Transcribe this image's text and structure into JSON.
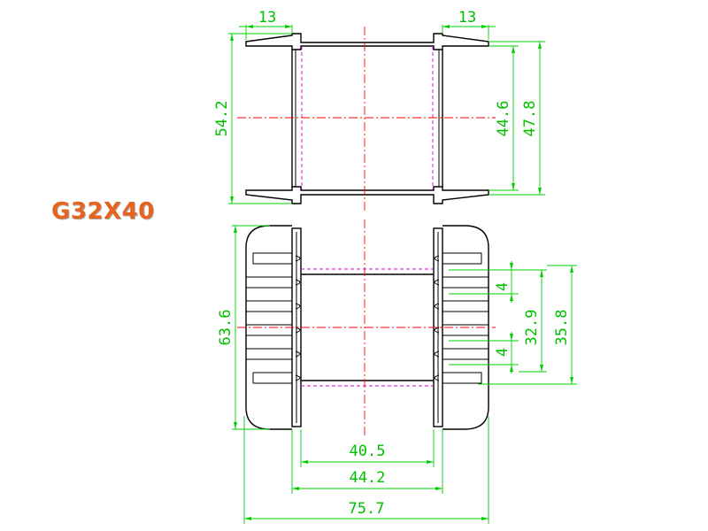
{
  "title": "G32X40",
  "dimensions": {
    "top_view": {
      "flange_slot_left": "13",
      "flange_slot_right": "13",
      "overall_height": "54.2",
      "inner_height": "44.6",
      "flange_height": "47.8"
    },
    "front_view": {
      "overall_height": "63.6",
      "pin_gap_upper": "4",
      "pin_gap_lower": "4",
      "pin_span_inner": "32.9",
      "pin_span_outer": "35.8",
      "core_window_width": "40.5",
      "pin_row_width": "44.2",
      "overall_width": "75.7"
    }
  },
  "colors": {
    "outline": "#000000",
    "dimension": "#00c000",
    "centerline": "#ff0000",
    "hidden_line": "#d200d2",
    "title": "#e8641e"
  }
}
